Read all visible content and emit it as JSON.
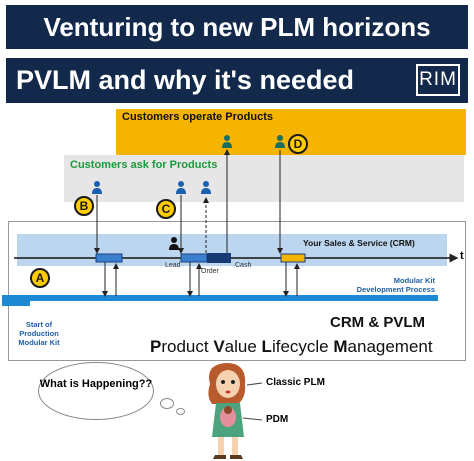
{
  "banner": {
    "title": "Venturing to new PLM horizons",
    "subtitle": "PVLM and why it's needed",
    "logo_text": "RIM"
  },
  "diagram": {
    "operate_label": "Customers operate Products",
    "ask_label": "Customers ask for Products",
    "sales_label": "Your Sales & Service (CRM)",
    "time_label": "t",
    "markers": [
      "A",
      "B",
      "C",
      "D"
    ],
    "lead_label": "Lead",
    "order_label": "Order",
    "cash_label": "Cash",
    "modular_kit_label": "Modular Kit Development Process",
    "start_label": "Start of Production Modular Kit",
    "crm_title": "CRM & PVLM",
    "pvlm_words": [
      {
        "initial": "P",
        "rest": "roduct "
      },
      {
        "initial": "V",
        "rest": "alue "
      },
      {
        "initial": "L",
        "rest": "ifecycle "
      },
      {
        "initial": "M",
        "rest": "anagement"
      }
    ]
  },
  "bottom": {
    "bubble_text": "What is Happening??",
    "classic_plm": "Classic PLM",
    "pdm": "PDM"
  },
  "colors": {
    "banner": "#13294b",
    "operate_box": "#f5b400",
    "ask_box": "#e6e6e6",
    "ask_text": "#1a9a3b",
    "sales_band": "#bcd6f0",
    "modular_bar": "#1e88d4",
    "marker_fill": "#ffcc00",
    "person": "#1b5fb0"
  }
}
